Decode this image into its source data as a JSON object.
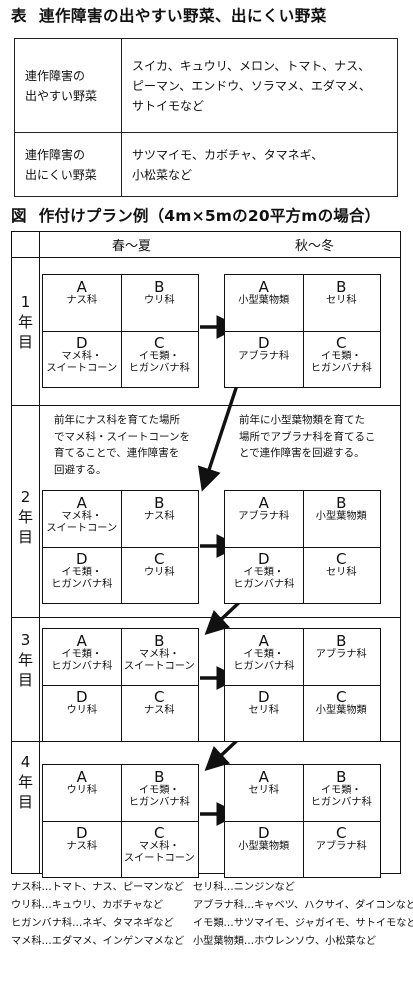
{
  "table1": {
    "label": "表",
    "title": "連作障害の出やすい野菜、出にくい野菜",
    "rows": [
      {
        "header": "連作障害の\n出やすい野菜",
        "content": "スイカ、キュウリ、メロン、トマト、ナス、\nピーマン、エンドウ、ソラマメ、エダマメ、\nサトイモなど"
      },
      {
        "header": "連作障害の\n出にくい野菜",
        "content": "サツマイモ、カボチャ、タマネギ、\n小松菜など"
      }
    ]
  },
  "figure": {
    "label": "図",
    "title": "作付けプラン例（4m×5mの20平方mの場合）",
    "seasons": [
      "春〜夏",
      "秋〜冬"
    ],
    "years": [
      "1年目",
      "2年目",
      "3年目",
      "4年目"
    ],
    "grids": [
      {
        "A": "ナス科",
        "B": "ウリ科",
        "D": "マメ科・\nスイートコーン",
        "C": "イモ類・\nヒガンバナ科"
      },
      {
        "A": "小型葉物類",
        "B": "セリ科",
        "D": "アブラナ科",
        "C": "イモ類・\nヒガンバナ科"
      },
      {
        "A": "マメ科・\nスイートコーン",
        "B": "ナス科",
        "D": "イモ類・\nヒガンバナ科",
        "C": "ウリ科"
      },
      {
        "A": "アブラナ科",
        "B": "小型葉物類",
        "D": "イモ類・\nヒガンバナ科",
        "C": "セリ科"
      },
      {
        "A": "イモ類・\nヒガンバナ科",
        "B": "マメ科・\nスイートコーン",
        "D": "ウリ科",
        "C": "ナス科"
      },
      {
        "A": "イモ類・\nヒガンバナ科",
        "B": "アブラナ科",
        "D": "セリ科",
        "C": "小型葉物類"
      },
      {
        "A": "ウリ科",
        "B": "イモ類・\nヒガンバナ科",
        "D": "ナス科",
        "C": "マメ科・\nスイートコーン"
      },
      {
        "A": "セリ科",
        "B": "イモ類・\nヒガンバナ科",
        "D": "小型葉物類",
        "C": "アブラナ科"
      }
    ],
    "letters": {
      "A": "A",
      "B": "B",
      "C": "C",
      "D": "D"
    },
    "notes": [
      "前年にナス科を育てた場所\nでマメ科・スイートコーンを\n育てることで、連作障害を\n回避する。",
      "前年に小型葉物類を育てた\n場所でアブラナ科を育てるこ\nとで連作障害を回避する。"
    ]
  },
  "legend": {
    "left": [
      "ナス科…トマト、ナス、ピーマンなど",
      "ウリ科…キュウリ、カボチャなど",
      "ヒガンバナ科…ネギ、タマネギなど",
      "マメ科…エダマメ、インゲンマメなど"
    ],
    "right": [
      "セリ科…ニンジンなど",
      "アブラナ科…キャベツ、ハクサイ、ダイコンなど",
      "イモ類…サツマイモ、ジャガイモ、サトイモなど",
      "小型葉物類…ホウレンソウ、小松菜など"
    ]
  }
}
